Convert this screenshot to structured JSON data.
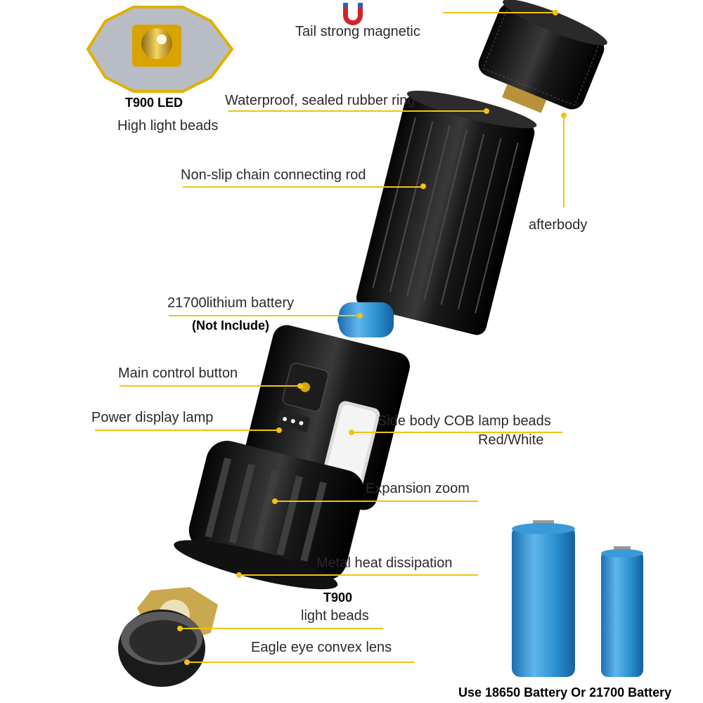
{
  "labels": {
    "tail_magnetic": "Tail strong magnetic",
    "led_model": "T900 LED",
    "led_sub": "High light beads",
    "waterproof": "Waterproof, sealed rubber ring",
    "nonslip": "Non-slip chain connecting rod",
    "afterbody": "afterbody",
    "battery": "21700lithium battery",
    "battery_note": "(Not Include)",
    "main_button": "Main control button",
    "power_lamp": "Power display lamp",
    "cob_beads": "Side body COB lamp beads",
    "cob_colors": "Red/White",
    "zoom": "Expansion zoom",
    "heat": "Metal heat dissipation",
    "beads_model": "T900",
    "beads_sub": "light beads",
    "lens": "Eagle eye convex lens",
    "battery_types": "Use 18650 Battery Or 21700 Battery"
  },
  "colors": {
    "accent": "#f2c30f",
    "body": "#111111",
    "battery_blue": "#2a8fd0"
  },
  "icons": [
    "magnet-icon",
    "led-chip-icon"
  ]
}
